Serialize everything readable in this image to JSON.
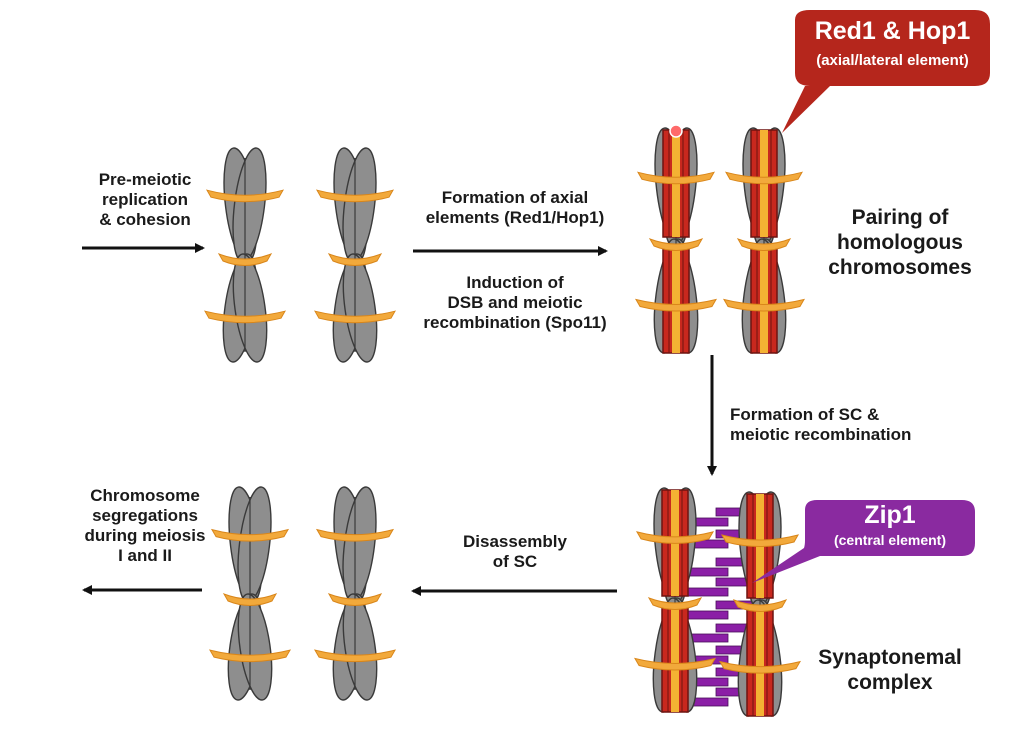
{
  "title": "Meiotic chromosome axis and synaptonemal complex assembly",
  "colors": {
    "chromatid_fill": "#8e8e8e",
    "chromatid_stroke": "#3a3a3a",
    "cohesin": "#f2a93b",
    "cohesin_edge": "#d9861a",
    "axial_element": "#c8281e",
    "axial_element_dark": "#6e1410",
    "axial_core": "#f4b233",
    "central_element": "#8b1fa6",
    "red_callout": "#b5261c",
    "purple_callout": "#8a2aa0",
    "arrow": "#111111",
    "text": "#1a1a1a"
  },
  "steps": {
    "replication": "Pre-meiotic\nreplication\n& cohesion",
    "axial_formation": "Formation of axial\nelements (Red1/Hop1)",
    "dsb_induction": "Induction of\nDSB and meiotic\nrecombination (Spo11)",
    "pairing": "Pairing of\nhomologous\nchromosomes",
    "sc_formation": "Formation of SC &\nmeiotic recombination",
    "disassembly": "Disassembly\nof SC",
    "segregation": "Chromosome\nsegregations\nduring meiosis\nI and II",
    "synaptonemal": "Synaptonemal\ncomplex"
  },
  "callouts": {
    "red": {
      "title": "Red1 & Hop1",
      "subtitle": "(axial/lateral element)"
    },
    "purple": {
      "title": "Zip1",
      "subtitle": "(central element)"
    }
  },
  "icons": {
    "arrow_right": "arrow-right-icon",
    "arrow_down": "arrow-down-icon",
    "arrow_left": "arrow-left-icon",
    "chromosome": "chromosome-icon"
  }
}
